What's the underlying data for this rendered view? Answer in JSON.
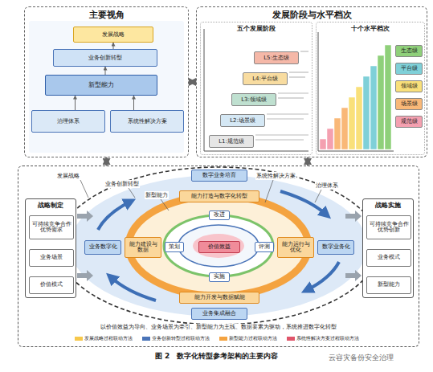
{
  "diagram": {
    "caption": "图 2　数字化转型参考架构的主要内容",
    "nodes": [
      {
        "text": [
          "主要视角"
        ]
      },
      {
        "text": [
          "发展战略"
        ],
        "in": 0
      },
      {
        "text": [
          "业务创新转型"
        ],
        "in": 0
      },
      {
        "text": [
          "新型能力"
        ],
        "in": 0
      },
      {
        "text": [
          "治理体系"
        ],
        "in": 0
      },
      {
        "text": [
          "系统性解决方案"
        ],
        "in": 0
      },
      {
        "text": [
          "发展阶段与水平档次"
        ]
      },
      {
        "text": [
          "五个发展阶段"
        ],
        "in": 6
      },
      {
        "text": [
          "L1:规范级"
        ],
        "in": 7
      },
      {
        "text": [
          "L2:场景级"
        ],
        "in": 7
      },
      {
        "text": [
          "L3:领域级"
        ],
        "in": 7
      },
      {
        "text": [
          "L4:平台级"
        ],
        "in": 7
      },
      {
        "text": [
          "L5:生态级"
        ],
        "in": 7
      },
      {
        "text": [
          "十个水平档次"
        ],
        "in": 6
      },
      {
        "text": [
          "生态级"
        ],
        "in": 13
      },
      {
        "text": [
          "平台级"
        ],
        "in": 13
      },
      {
        "text": [
          "领域级"
        ],
        "in": 13
      },
      {
        "text": [
          "场景级"
        ],
        "in": 13
      },
      {
        "text": [
          "规范级"
        ],
        "in": 13
      },
      {
        "text": [
          "以价值效益为导向、业务场景为牵引、新型能力为主线、数据要素为驱动，系统推进数字化转型"
        ]
      },
      {
        "text": [
          "战略制定"
        ],
        "in": 19
      },
      {
        "text": [
          "可持续竞争合作优势需求"
        ],
        "in": 20
      },
      {
        "text": [
          "业务场景"
        ],
        "in": 20
      },
      {
        "text": [
          "价值模式"
        ],
        "in": 20
      },
      {
        "text": [
          "战略实施"
        ],
        "in": 19
      },
      {
        "text": [
          "可持续竞争合作优势创新"
        ],
        "in": 24
      },
      {
        "text": [
          "业务模式"
        ],
        "in": 24
      },
      {
        "text": [
          "新型能力"
        ],
        "in": 24
      },
      {
        "text": [
          "数字业务培育"
        ],
        "in": 19
      },
      {
        "text": [
          "能力打造与数字化转型"
        ],
        "in": 19
      },
      {
        "text": [
          "改进"
        ],
        "in": 19
      },
      {
        "text": [
          "业务数字化"
        ],
        "in": 19
      },
      {
        "text": [
          "能力建设与数据"
        ],
        "in": 19
      },
      {
        "text": [
          "策划"
        ],
        "in": 19
      },
      {
        "text": [
          "价值效益"
        ],
        "in": 19
      },
      {
        "text": [
          "评测"
        ],
        "in": 19
      },
      {
        "text": [
          "能力运行与优化"
        ],
        "in": 19
      },
      {
        "text": [
          "数字业务化"
        ],
        "in": 19
      },
      {
        "text": [
          "实施"
        ],
        "in": 19
      },
      {
        "text": [
          "能力开发与数据赋能"
        ],
        "in": 19
      },
      {
        "text": [
          "业务集成融合"
        ],
        "in": 19
      }
    ],
    "edges": [
      {
        "from": 0,
        "to": 6,
        "arrow": "both"
      },
      {
        "from": 0,
        "to": 19,
        "arrow": "both"
      },
      {
        "from": 6,
        "to": 19,
        "arrow": "both"
      },
      {
        "from": 2,
        "to": 1,
        "arrow": "to"
      },
      {
        "from": 3,
        "to": 2,
        "arrow": "to"
      },
      {
        "from": 4,
        "to": 3,
        "arrow": "to"
      },
      {
        "from": 5,
        "to": 3,
        "arrow": "to"
      },
      {
        "from": 21,
        "to": 22,
        "arrow": "to"
      },
      {
        "from": 22,
        "to": 23,
        "arrow": "to"
      },
      {
        "from": 25,
        "to": 26,
        "arrow": "to"
      },
      {
        "from": 26,
        "to": 27,
        "arrow": "to"
      }
    ],
    "labels": [
      "发展战略",
      "业务创新转型",
      "新型能力",
      "系统性解决方案",
      "治理体系",
      "云容灾备份安全治理"
    ],
    "legend": [
      {
        "text": "发展战略过程联动方法",
        "color": "#f7c84b"
      },
      {
        "text": "业务创新转型过程联动方法",
        "color": "#4a74b8"
      },
      {
        "text": "新型能力过程联动方法",
        "color": "#f4a340"
      },
      {
        "text": "系统性解决方案过程联动方法",
        "color": "#e0556a"
      }
    ]
  }
}
